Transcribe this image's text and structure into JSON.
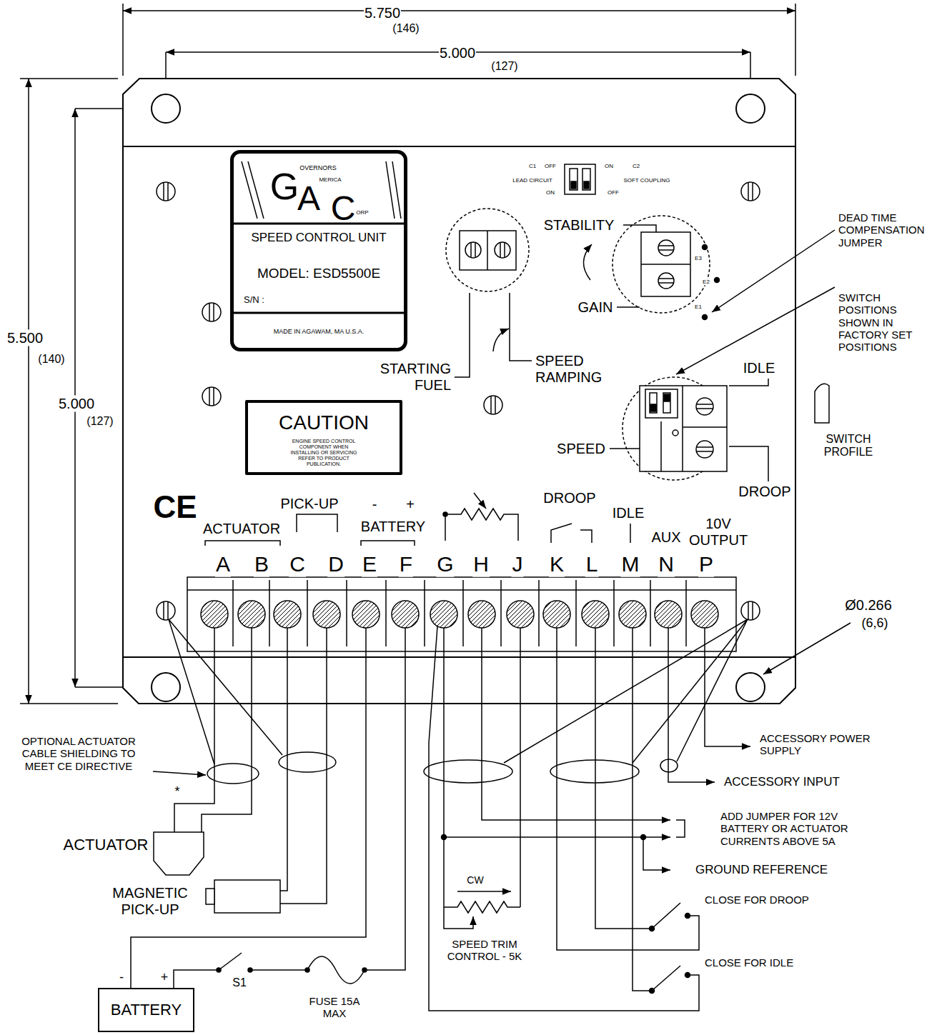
{
  "diagram": {
    "nodes": [
      {
        "text": [
          "G",
          "OVERNORS",
          "A",
          "MERICA",
          "C",
          "ORP",
          "SPEED CONTROL UNIT",
          "MODEL: ESD5500E",
          "S/N :",
          "MADE IN AGAWAM, MA U.S.A."
        ]
      },
      {
        "text": [
          "CAUTION",
          "ENGINE SPEED CONTROL COMPONENT WHEN INSTALLING OR SERVICING REFER TO PRODUCT PUBLICATION."
        ]
      },
      {
        "text": [
          "BATTERY"
        ]
      }
    ],
    "labels": [
      "5.750",
      "(146)",
      "5.000",
      "(127)",
      "5.500",
      "(140)",
      "5.000",
      "(127)",
      "C1",
      "OFF",
      "LEAD CIRCUIT",
      "ON",
      "ON",
      "C2",
      "SOFT COUPLING",
      "OFF",
      "STABILITY",
      "DEAD TIME COMPENSATION JUMPER",
      "E3",
      "E2",
      "E1",
      "GAIN",
      "SWITCH POSITIONS SHOWN IN FACTORY SET POSITIONS",
      "STARTING FUEL",
      "SPEED RAMPING",
      "IDLE",
      "SWITCH PROFILE",
      "SPEED",
      "DROOP",
      "CE",
      "PICK-UP",
      "-",
      "+",
      "DROOP",
      "ACTUATOR",
      "BATTERY",
      "IDLE",
      "10V OUTPUT",
      "AUX",
      "A",
      "B",
      "C",
      "D",
      "E",
      "F",
      "G",
      "H",
      "J",
      "K",
      "L",
      "M",
      "N",
      "P",
      "Ø0.266",
      "(6,6)",
      "OPTIONAL ACTUATOR CABLE SHIELDING TO MEET CE DIRECTIVE",
      "ACCESSORY POWER SUPPLY",
      "ACCESSORY INPUT",
      "*",
      "ADD JUMPER FOR 12V BATTERY OR ACTUATOR CURRENTS ABOVE 5A",
      "ACTUATOR",
      "GROUND REFERENCE",
      "CW",
      "MAGNETIC PICK-UP",
      "CLOSE FOR DROOP",
      "SPEED TRIM CONTROL - 5K",
      "CLOSE FOR IDLE",
      "-",
      "+",
      "S1",
      "FUSE 15A MAX"
    ]
  }
}
